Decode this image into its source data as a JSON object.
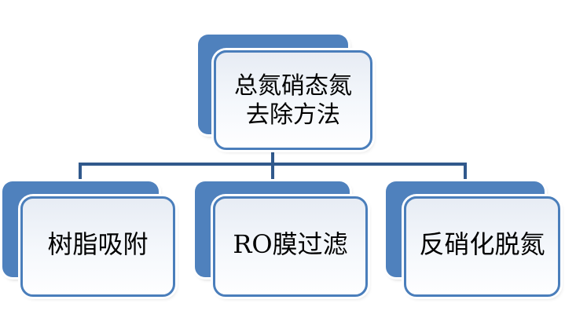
{
  "colors": {
    "background": "#FFFFFF",
    "accent_fill": "#4F81BD",
    "panel_border": "#4A7EBB",
    "panel_fill_top": "#E7ECF4",
    "panel_fill_bottom": "#FEFEFF",
    "connector": "#31598C",
    "text": "#000000"
  },
  "diagram": {
    "type": "hierarchy",
    "root": {
      "label": "总氮硝态氮去除方法",
      "lines": [
        "总氮硝态氮",
        "去除方法"
      ]
    },
    "children": [
      {
        "label": "树脂吸附"
      },
      {
        "label": "RO膜过滤"
      },
      {
        "label": "反硝化脱氮"
      }
    ]
  }
}
